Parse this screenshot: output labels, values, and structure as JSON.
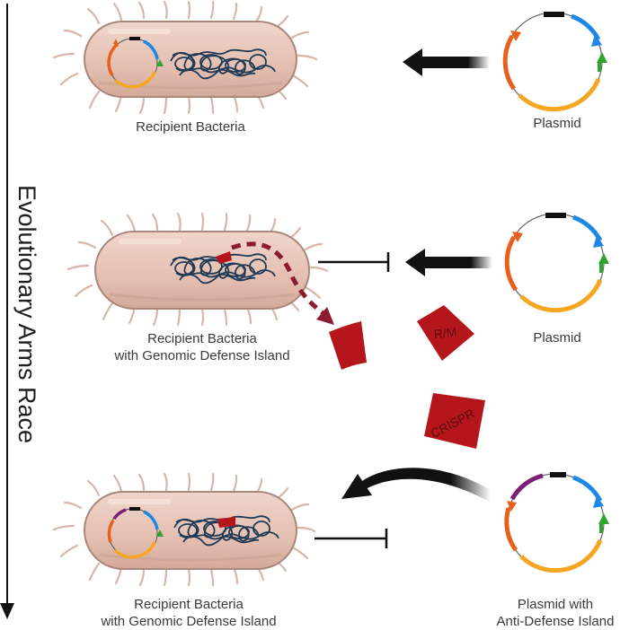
{
  "axis": {
    "title": "Evolutionary Arms Race"
  },
  "rows": [
    {
      "bacteria_label": [
        "Recipient Bacteria"
      ],
      "plasmid_label": [
        "Plasmid"
      ]
    },
    {
      "bacteria_label": [
        "Recipient Bacteria",
        "with Genomic Defense Island"
      ],
      "plasmid_label": [
        "Plasmid"
      ]
    },
    {
      "bacteria_label": [
        "Recipient Bacteria",
        "with Genomic Defense Island"
      ],
      "plasmid_label": [
        "Plasmid with",
        "Anti-Defense Island"
      ]
    }
  ],
  "defense_systems": [
    "R/M",
    "CRISPR"
  ],
  "colors": {
    "bacteria_body": "#e7c3b6",
    "bacteria_outline": "#a9877b",
    "pili": "#d8b5a8",
    "chromosome": "#1f3a55",
    "defense_red": "#b5161b",
    "dashed_arrow": "#8d1b30",
    "plasmid_orange": "#e8601c",
    "plasmid_yellow": "#f5a623",
    "plasmid_blue": "#1e88e5",
    "plasmid_green": "#2fa52f",
    "plasmid_black": "#111111",
    "anti_defense_purple": "#7b1f74",
    "arrow_black": "#111111"
  }
}
